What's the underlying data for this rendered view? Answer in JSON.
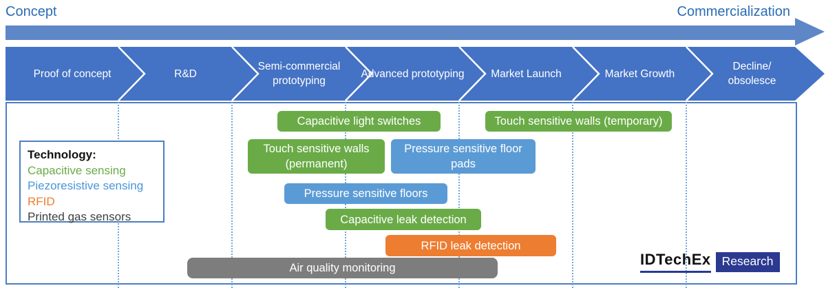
{
  "colors": {
    "capacitive": "#6aab47",
    "piezoresistive": "#5b9bd5",
    "rfid": "#ed7d31",
    "gas_sensor": "#7d7d7d",
    "stage_blue": "#4472c4",
    "arrow_blue": "#5d87c7",
    "header_text_blue": "#2a6cb4",
    "logo_navy": "#2b3990",
    "legend_green": "#6aab47",
    "legend_blue": "#4a96d9",
    "legend_orange": "#ed7d31",
    "legend_dark": "#3f3f3f"
  },
  "header": {
    "left_label": "Concept",
    "right_label": "Commercialization"
  },
  "stages": [
    {
      "label": "Proof of concept"
    },
    {
      "label": "R&D"
    },
    {
      "label": "Semi-commercial prototyping"
    },
    {
      "label": "Advanced prototyping"
    },
    {
      "label": "Market Launch"
    },
    {
      "label": "Market Growth"
    },
    {
      "label": "Decline/\nobsolesce"
    }
  ],
  "legend": {
    "title": "Technology:",
    "items": [
      {
        "label": "Capacitive sensing"
      },
      {
        "label": "Piezoresistive sensing"
      },
      {
        "label": "RFID"
      },
      {
        "label": "Printed gas sensors"
      }
    ]
  },
  "bars": [
    {
      "label": "Capacitive light switches"
    },
    {
      "label": "Touch sensitive walls (temporary)"
    },
    {
      "label": "Touch sensitive walls (permanent)"
    },
    {
      "label": "Pressure sensitive floor pads"
    },
    {
      "label": "Pressure sensitive floors"
    },
    {
      "label": "Capacitive leak detection"
    },
    {
      "label": "RFID leak detection"
    },
    {
      "label": "Air quality monitoring"
    }
  ],
  "logo": {
    "brand": "IDTechEx",
    "division": "Research"
  }
}
